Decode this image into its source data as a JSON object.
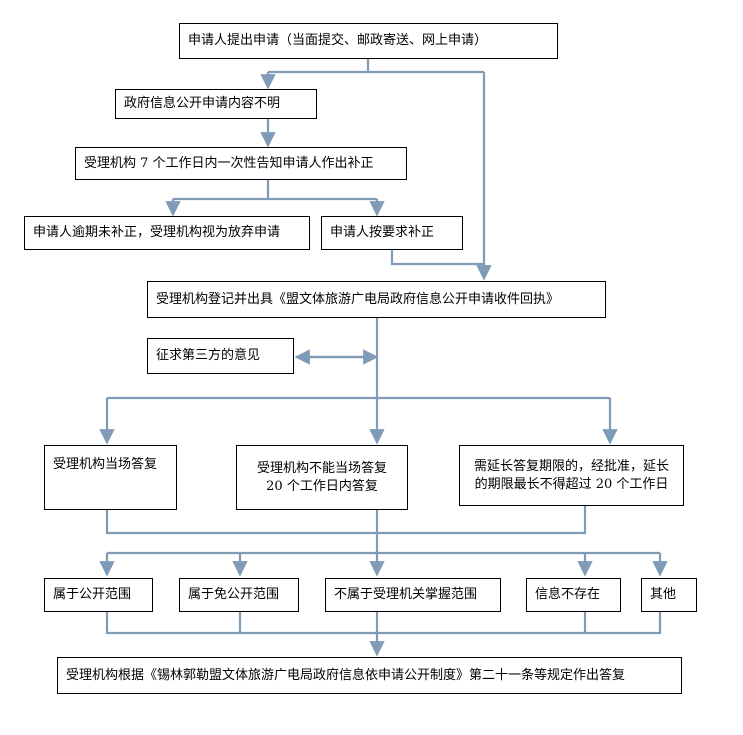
{
  "wire_color": "#7f9bb7",
  "nodes": {
    "apply": "申请人提出申请（当面提交、邮政寄送、网上申请）",
    "unclear": "政府信息公开申请内容不明",
    "notify": "受理机构 7 个工作日内一次性告知申请人作出补正",
    "abandon": "申请人逾期未补正，受理机构视为放弃申请",
    "supplement": "申请人按要求补正",
    "register": "受理机构登记并出具《盟文体旅游广电局政府信息公开申请收件回执》",
    "third_party": "征求第三方的意见",
    "reply_now": "受理机构当场答复",
    "reply_20_line1": "受理机构不能当场答复",
    "reply_20_line2": "20 个工作日内答复",
    "extend_line1": "需延长答复期限的，经批准，延长",
    "extend_line2": "的期限最长不得超过 20 个工作日",
    "public": "属于公开范围",
    "exempt": "属于免公开范围",
    "not_scope": "不属于受理机关掌握范围",
    "not_exist": "信息不存在",
    "other": "其他",
    "final": "受理机构根据《锡林郭勒盟文体旅游广电局政府信息依申请公开制度》第二十一条等规定作出答复"
  }
}
